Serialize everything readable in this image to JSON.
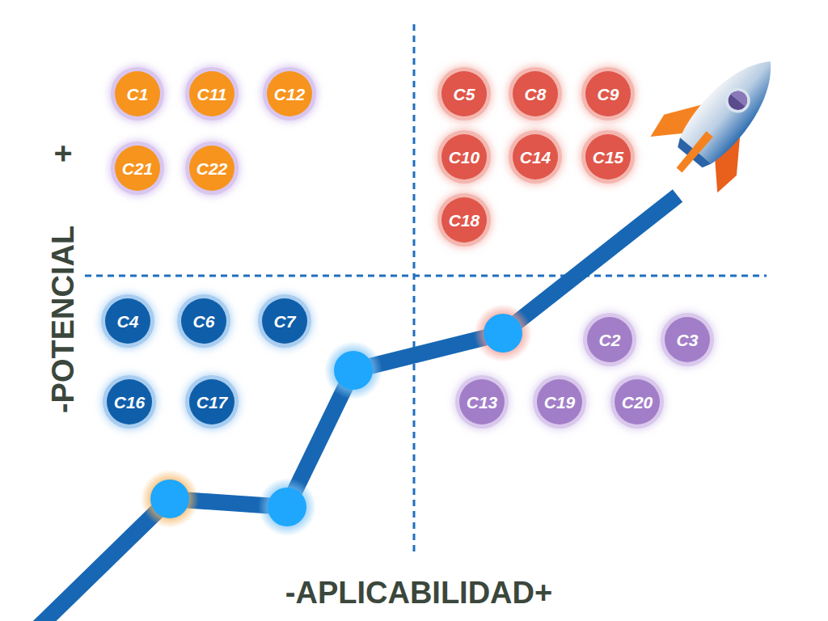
{
  "diagram": {
    "nodes": [
      {
        "text": [
          "C1"
        ]
      },
      {
        "text": [
          "C11"
        ]
      },
      {
        "text": [
          "C12"
        ]
      },
      {
        "text": [
          "C5"
        ]
      },
      {
        "text": [
          "C8"
        ]
      },
      {
        "text": [
          "C9"
        ]
      },
      {
        "text": [
          "C21"
        ]
      },
      {
        "text": [
          "C22"
        ]
      },
      {
        "text": [
          "C10"
        ]
      },
      {
        "text": [
          "C14"
        ]
      },
      {
        "text": [
          "C15"
        ]
      },
      {
        "text": [
          "C18"
        ]
      },
      {
        "text": [
          "C4"
        ]
      },
      {
        "text": [
          "C6"
        ]
      },
      {
        "text": [
          "C7"
        ]
      },
      {
        "text": [
          "C2"
        ]
      },
      {
        "text": [
          "C3"
        ]
      },
      {
        "text": [
          "C16"
        ]
      },
      {
        "text": [
          "C17"
        ]
      },
      {
        "text": [
          "C13"
        ]
      },
      {
        "text": [
          "C19"
        ]
      },
      {
        "text": [
          "C20"
        ]
      }
    ],
    "labels": [
      "-POTENCIAL",
      "+",
      "-APLICABILIDAD+"
    ]
  }
}
